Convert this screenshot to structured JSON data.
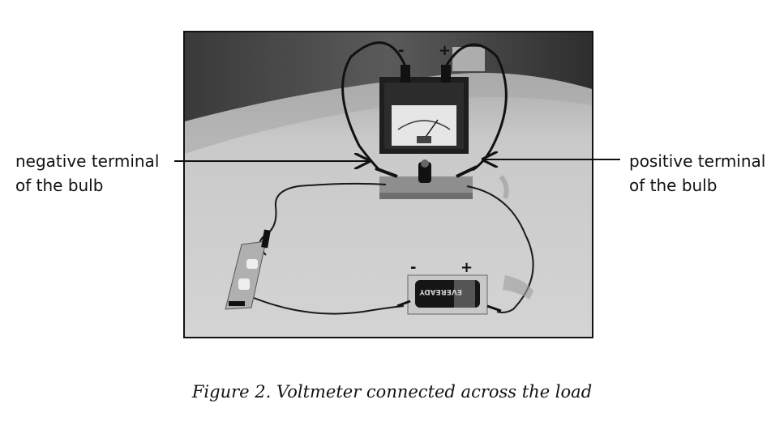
{
  "labels": {
    "left": {
      "line1": "negative terminal",
      "line2": "of the bulb"
    },
    "right": {
      "line1": "positive terminal",
      "line2": "of the bulb"
    }
  },
  "photo": {
    "voltmeter_terminals": {
      "minus": "-",
      "plus": "+"
    },
    "battery_terminals": {
      "minus": "-",
      "plus": "+"
    },
    "battery_brand": "EVEREADY"
  },
  "caption": "Figure 2. Voltmeter connected across the load"
}
